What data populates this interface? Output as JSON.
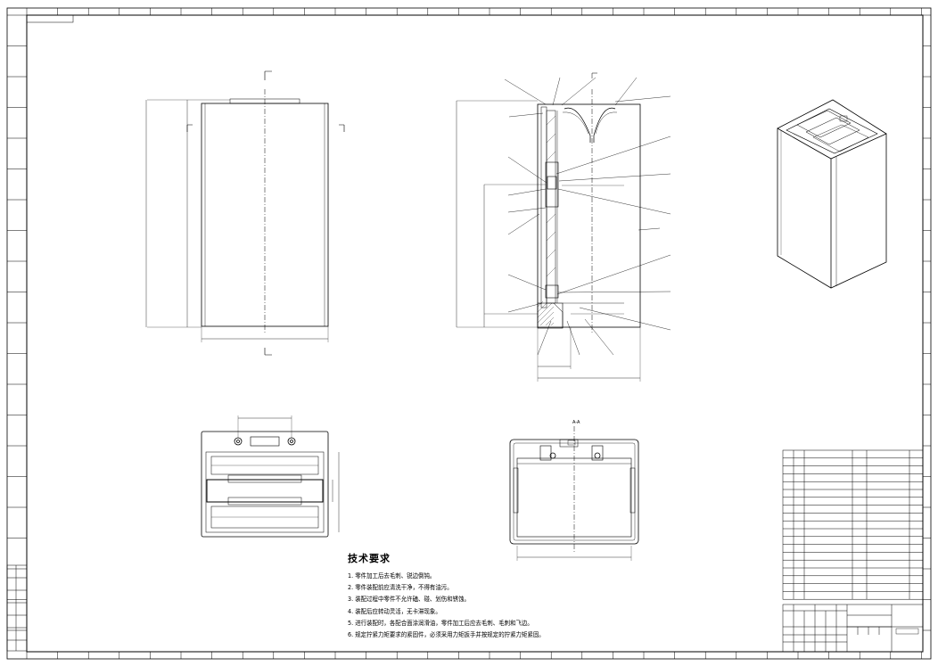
{
  "drawing": {
    "section_mark": "A-A",
    "tech_title": "技术要求",
    "tech_notes": [
      "1. 零件加工后去毛刺、锐边倒钝。",
      "2. 零件装配前应清洗干净，不得有油污。",
      "3. 装配过程中零件不允许磕、碰、划伤和锈蚀。",
      "4. 装配后应转动灵活，无卡滞现象。",
      "5. 进行装配时，各配合面涂润滑油，零件加工后应去毛刺、毛刺和飞边。",
      "6. 规定拧紧力矩要求的紧固件，必须采用力矩扳手并按规定的拧紧力矩紧固。"
    ]
  }
}
